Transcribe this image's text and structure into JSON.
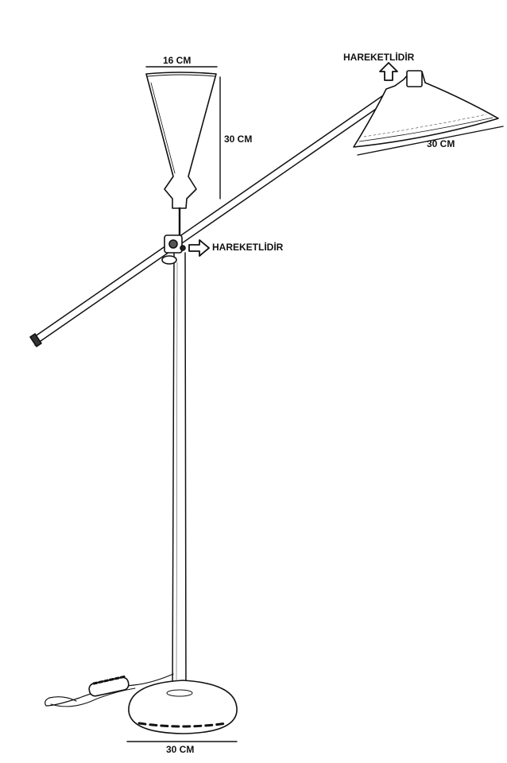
{
  "labels": {
    "top_shade_width": "16 CM",
    "top_shade_height": "30 CM",
    "head_shade_width": "30 CM",
    "base_width": "30 CM",
    "arm_movable": "HAREKETLİDİR",
    "head_movable": "HAREKETLİDİR"
  },
  "colors": {
    "line": "#111111",
    "fill": "#ffffff"
  }
}
